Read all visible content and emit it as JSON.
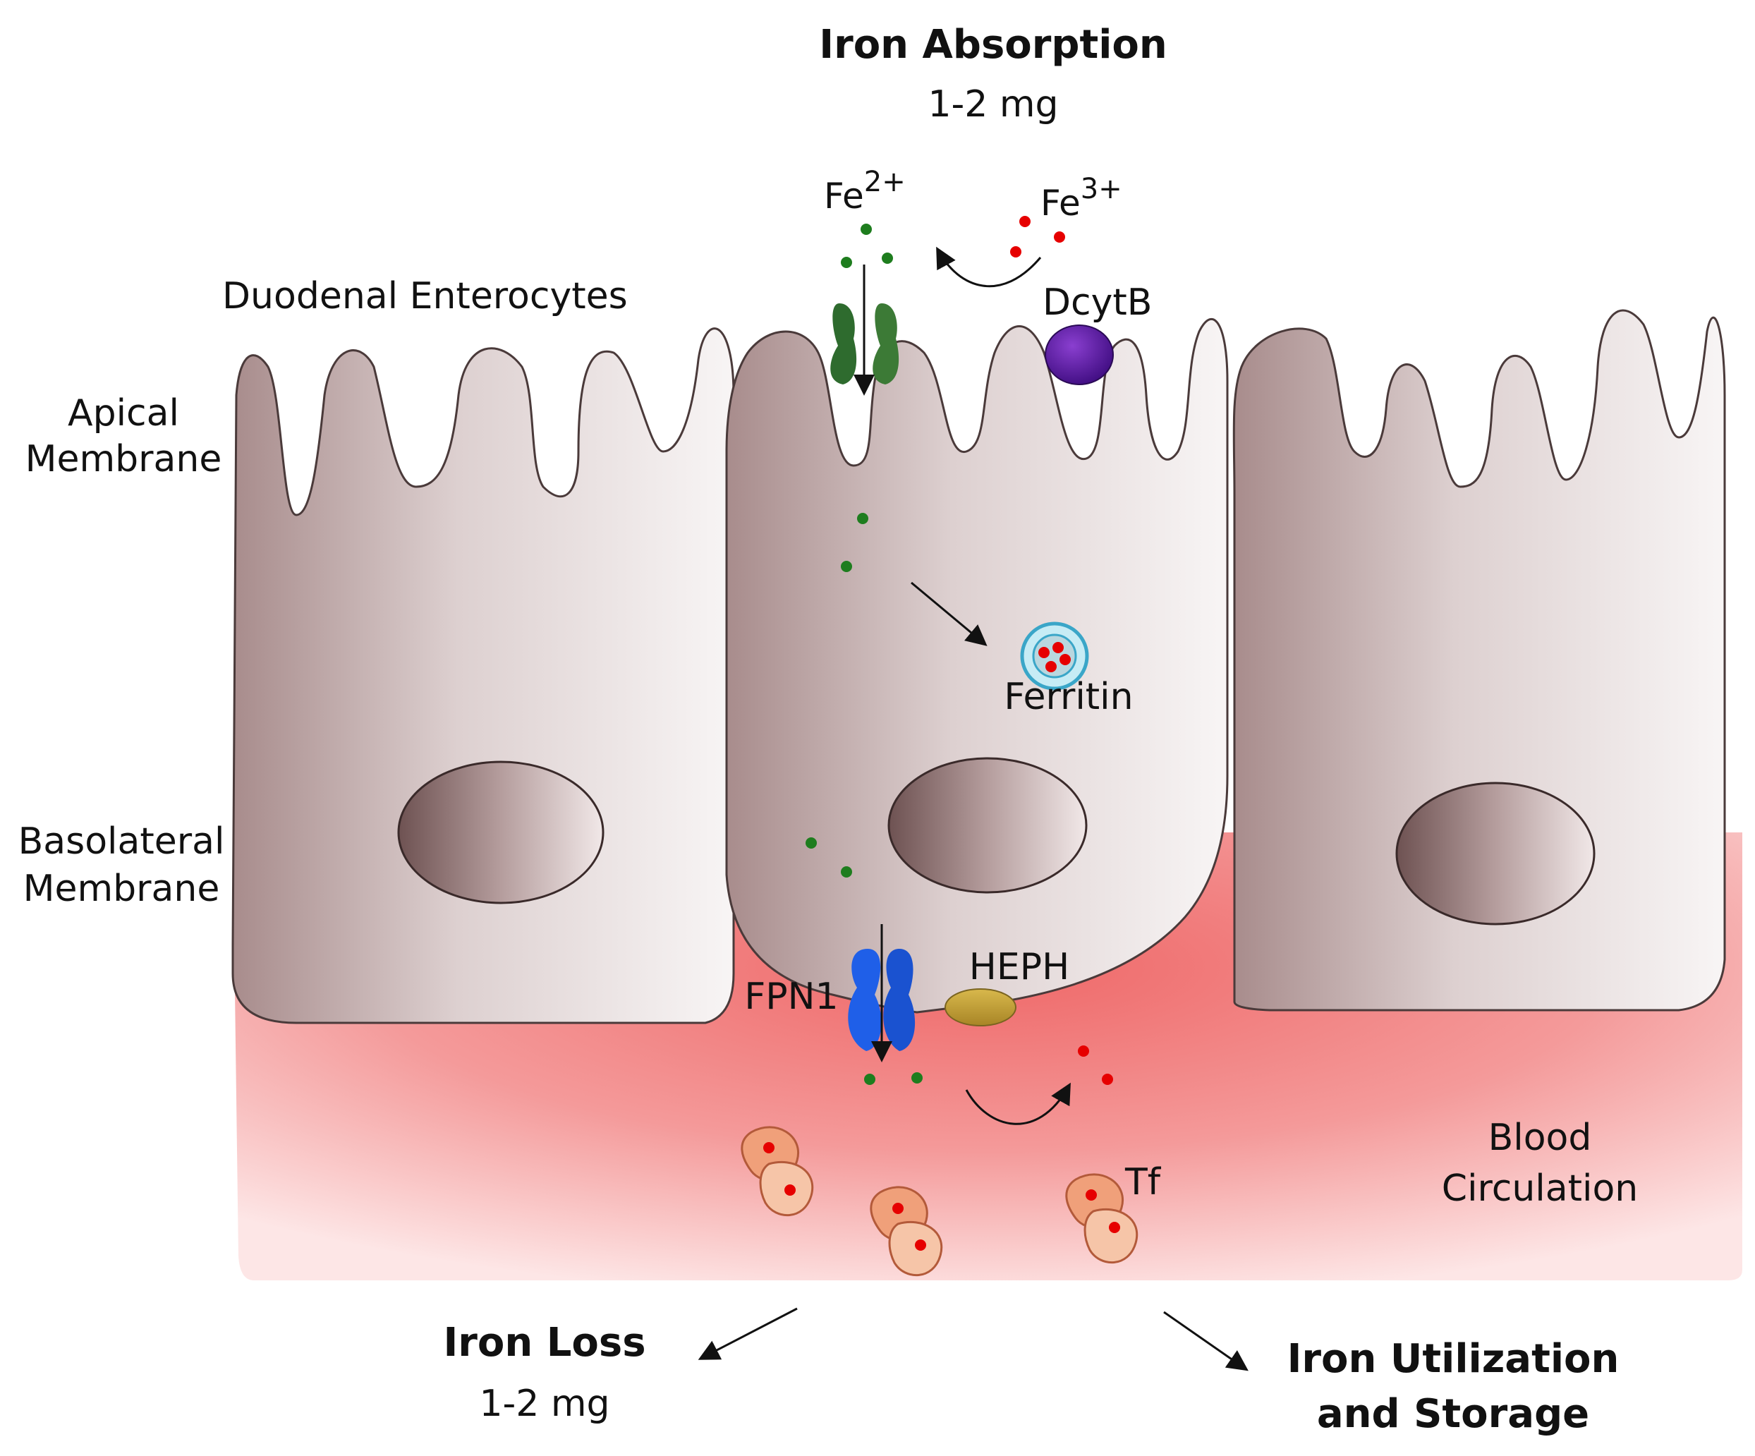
{
  "header": {
    "title": "Iron Absorption",
    "amount": "1-2 mg"
  },
  "labels": {
    "fe2_base": "Fe",
    "fe2_charge": "2+",
    "fe3_base": "Fe",
    "fe3_charge": "3+",
    "duodenal": "Duodenal Enterocytes",
    "apical_line1": "Apical",
    "apical_line2": "Membrane",
    "dcytb": "DcytB",
    "ferritin": "Ferritin",
    "basolateral_line1": "Basolateral",
    "basolateral_line2": "Membrane",
    "hephaestin": "HEPH",
    "ferroportin": "FPN1",
    "blood_line1": "Blood",
    "blood_line2": "Circulation",
    "transferrin": "Tf"
  },
  "footer": {
    "loss_title": "Iron Loss",
    "loss_amount": "1-2 mg",
    "utilization_line1": "Iron Utilization",
    "utilization_line2": "and Storage"
  },
  "colors": {
    "ferrous_iron": "#1e7d1e",
    "ferric_iron": "#e60000",
    "dmt1": "#2e6b2e",
    "dcytb": "#5a1a9a",
    "ferroportin": "#1f5fe8",
    "hephaestin": "#c9a640",
    "blood": "#f07070",
    "cell": "#c8b6b6",
    "ferritin": "#3aa6c8"
  }
}
